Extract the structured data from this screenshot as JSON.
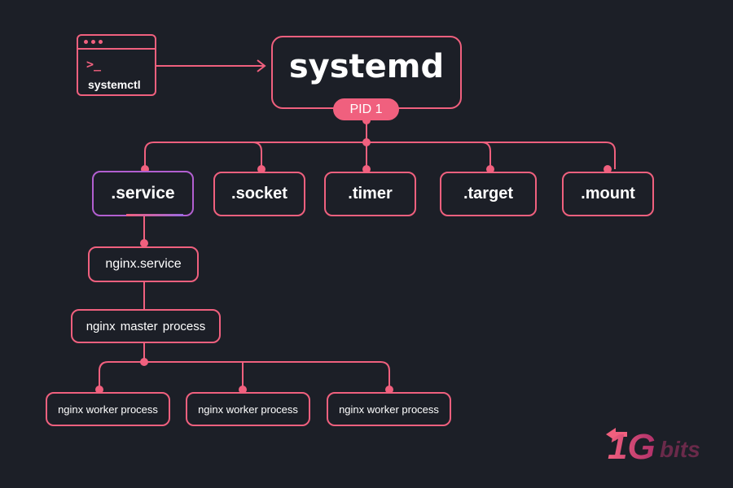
{
  "terminal": {
    "prompt": ">_",
    "label": "systemctl"
  },
  "root": {
    "title": "systemd",
    "badge": "PID 1"
  },
  "units": [
    ".service",
    ".socket",
    ".timer",
    ".target",
    ".mount"
  ],
  "service": {
    "name": "nginx.service",
    "master": "nginx  master process"
  },
  "workers": [
    "nginx worker process",
    "nginx worker process",
    "nginx worker process"
  ],
  "logo": {
    "mark": "1G",
    "word": "bits"
  },
  "colors": {
    "background": "#1c1f27",
    "accent": "#f0607e",
    "highlight": "#9a6ae0",
    "text": "#ffffff"
  }
}
